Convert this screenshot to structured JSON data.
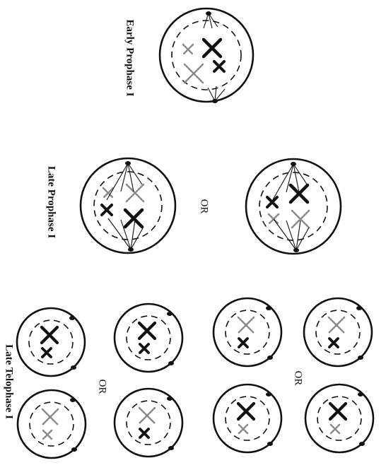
{
  "stages": {
    "early_prophase": "Early Prophase I",
    "late_prophase": "Late Prophase I",
    "late_telophase": "Late Telophase I"
  },
  "connector": "OR",
  "colors": {
    "ink": "#111111",
    "grey_chromosome": "#8a8a8a"
  }
}
